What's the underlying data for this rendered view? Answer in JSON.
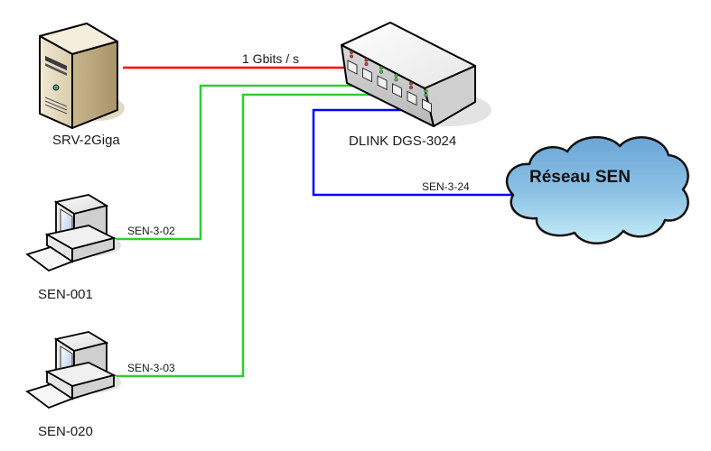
{
  "diagram": {
    "title": "",
    "colors": {
      "uplink": "#ff0000",
      "access": "#33cc33",
      "wan": "#0000ff",
      "cloud_fill_top": "#6aa5d6",
      "cloud_fill_bottom": "#c8eef8"
    },
    "nodes": [
      {
        "id": "server",
        "type": "server-tower",
        "label": "SRV-2Giga"
      },
      {
        "id": "switch",
        "type": "network-switch",
        "label": "DLINK DGS-3024"
      },
      {
        "id": "pc1",
        "type": "desktop-computer",
        "label": "SEN-001"
      },
      {
        "id": "pc2",
        "type": "desktop-computer",
        "label": "SEN-020"
      },
      {
        "id": "cloud",
        "type": "network-cloud",
        "label": "Réseau SEN"
      }
    ],
    "links": [
      {
        "from": "server",
        "to": "switch",
        "label": "1 Gbits / s",
        "color": "uplink"
      },
      {
        "from": "pc1",
        "to": "switch",
        "label": "SEN-3-02",
        "color": "access"
      },
      {
        "from": "pc2",
        "to": "switch",
        "label": "SEN-3-03",
        "color": "access"
      },
      {
        "from": "switch",
        "to": "cloud",
        "label": "SEN-3-24",
        "color": "wan"
      }
    ]
  }
}
